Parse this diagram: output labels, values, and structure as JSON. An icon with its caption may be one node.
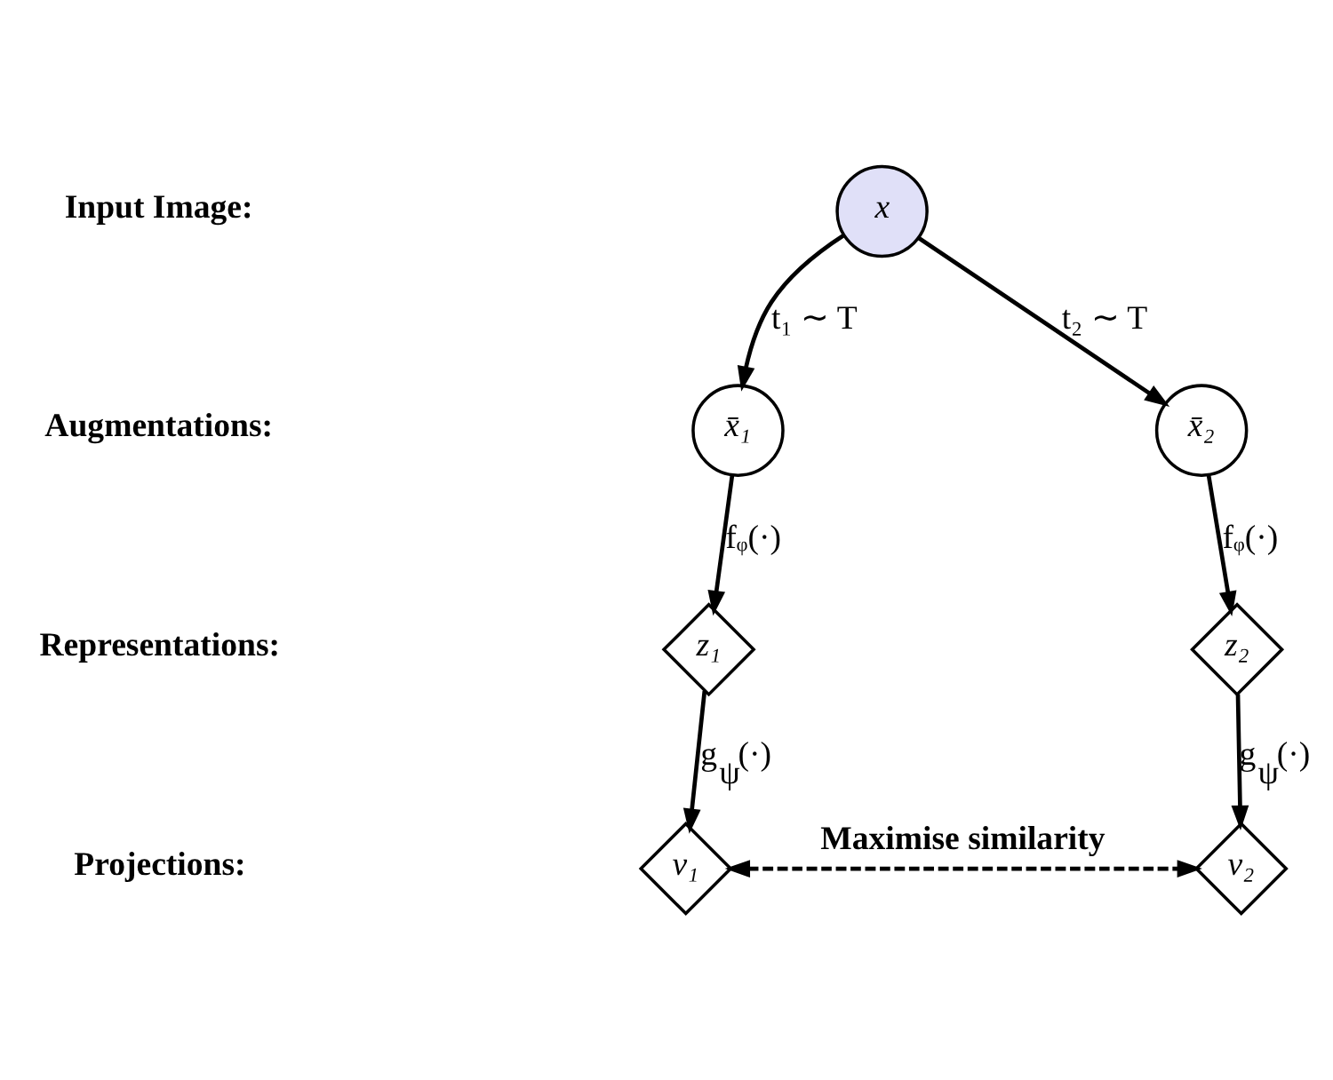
{
  "diagram": {
    "nodes": [
      {
        "text": [
          "x"
        ]
      },
      {
        "text": [
          "x̄₁"
        ]
      },
      {
        "text": [
          "x̄₂"
        ]
      },
      {
        "text": [
          "z₁"
        ]
      },
      {
        "text": [
          "z₂"
        ]
      },
      {
        "text": [
          "v₁"
        ]
      },
      {
        "text": [
          "v₂"
        ]
      }
    ],
    "edges": [
      {
        "from": 0,
        "to": 1,
        "arrow": "to",
        "label": "t₁ ∼ T"
      },
      {
        "from": 0,
        "to": 2,
        "arrow": "to",
        "label": "t₂ ∼ T"
      },
      {
        "from": 1,
        "to": 3,
        "arrow": "to",
        "label": "fᵩ(·)"
      },
      {
        "from": 2,
        "to": 4,
        "arrow": "to",
        "label": "fᵩ(·)"
      },
      {
        "from": 3,
        "to": 5,
        "arrow": "to",
        "label": "g$_{ψ}$(·)"
      },
      {
        "from": 4,
        "to": 6,
        "arrow": "to",
        "label": "g$_{ψ}$(·)"
      },
      {
        "from": 5,
        "to": 6,
        "arrow": "both",
        "style": "dashed",
        "label": "Maximise similarity"
      }
    ],
    "labels": [
      "Input Image:",
      "Augmentations:",
      "Representations:",
      "Projections:"
    ]
  }
}
